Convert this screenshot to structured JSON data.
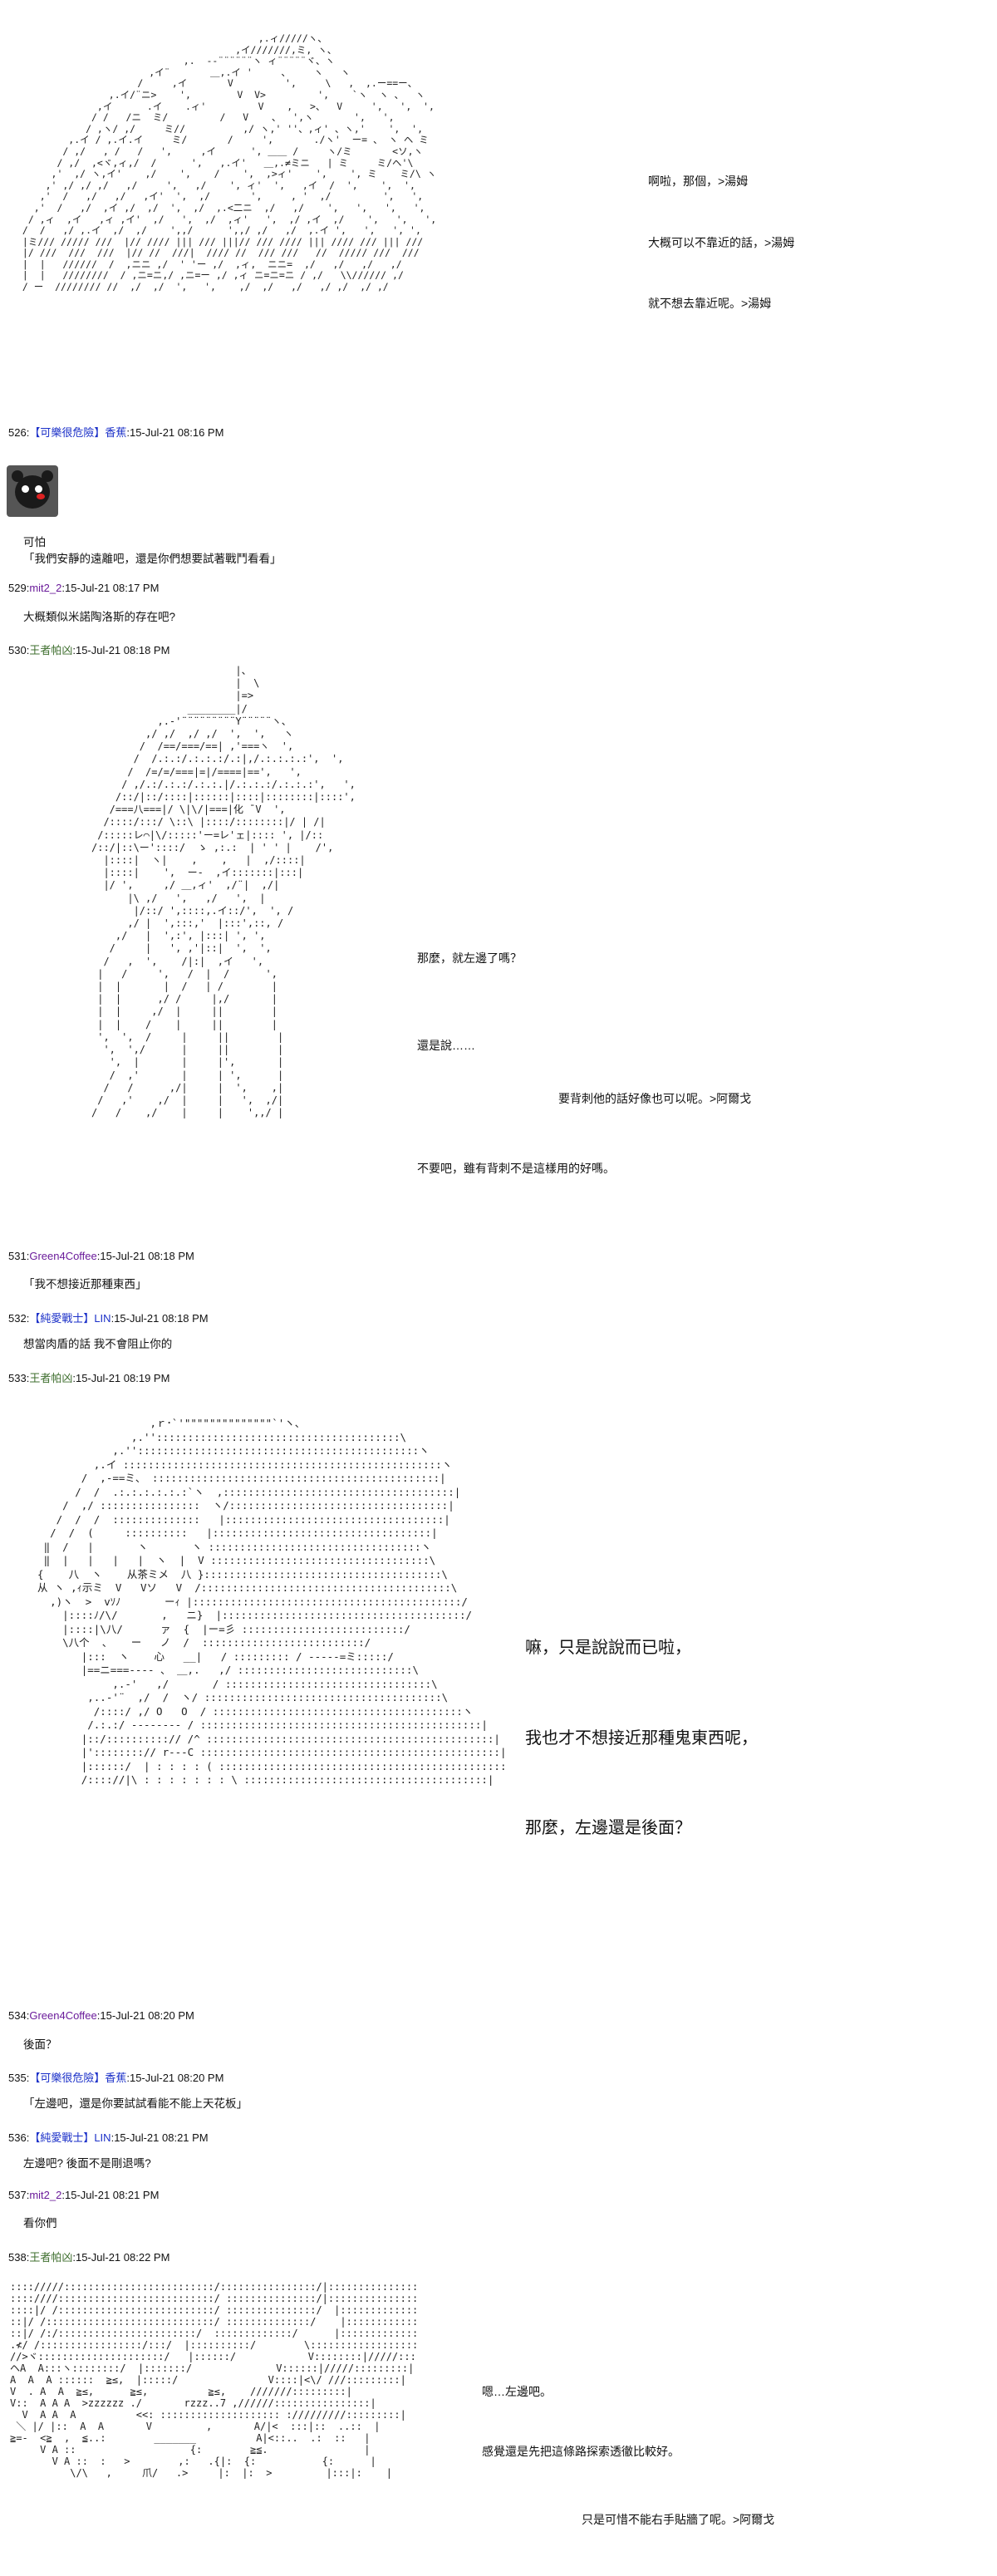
{
  "art": {
    "aa1": "                                          ,.ィ/////ヽ、\n                                      ,イ///////,ミ, ヽ、\n                             ,.  --¨¨¨¨¨¨ヽ ィ¨¨¨¨¨ヾ、ヽ\n                       ,イ¨       ＿,.イ '     、    ヽ   ヽ\n                     /     ,イ       V         ',     \\   ,  ,.ー==ー、\n                ,.イ/¨ニ>    ',        V  V>         ',    `ヽ  ヽ 、  ヽ\n              ,イ      .イ    .ィ'         V    ,   >、  V     ',   ',  ',\n             / /   /ニ  ミ/         /   V    、  ',ヽ       ',   ',\n            / ,ヽ/ ,/     ミ//          ,/ ヽ,' ''、,ィ' 、ヽ,'    ',  ',\n         ,.イ / ,.イ.イ     ミ/       /     ',       ./ヽ'  ー= 、 ヽ ヘ ミ\n        / ,/   , /   /   ',     ,イ      ', ＿＿ /     ヽ/ミ       <ソ,ヽ\n       / ,/  ,<ヾ,ィ,/  /      ',   ,.イ'   ＿,.≠ミニ   | ミ     ミ/ヘ'\\\n      ,'  ,/ ヽ,イ'    ,/    ',    /    ',  ,>ィ'    ',    ', ミ    ミ/\\ ヽ\n     ,' ,/ ,/ ,/   ,/     ',   ,/    ', ィ'  ',   ,イ  /  ',    ',  ',\n    ,'  /   ,/   ,/   ,イ'  ',  ,/       ',     , '  ,/         ',   ',\n   ,'  /   ,/  ,イ ,/  ,/  ',  ,/  ,.<二ニ  ,/   ,/    ',   ',   ',   ',\n  / ,ィ  ,イ   ,ィ ,イ'  ,/   ',  ,/  ,ィ'   ',  ,/ ,イ  ,/    ',   ',   ',\n /  /   ,/ ,.イ  ,/  ,/    ',,/      ',,/ ,/   ,/  ,.イ ',   ',   ', ',\n |ミ/// ///// ///  |// //// ||| /// |||// /// //// ||| //// /// ||| ///\n |/ ///  ///  ///  |// //  ///|  //// //  /// ///   //  ///// ///  ///\n |  |   //////  /  ,ニニ ,/  ' 'ー ,/  ,ィ,  ニニ=  ,/   ,/   ,/   ,/\n |  |   ////////  / ,ニ=ニ,/ ,ニ=ー ,/ ,ィ ニ=ニ=ニ / ,/   \\\\////// ,/\n / ー  //////// //  ,/  ,/  ',   ',    ,/  ,/   ,/   ,/ ,/  ,/ ,/\n",
    "aa2": "                        |、\n                        |  \\\n                        |=>\n                ________|/\n           ,.-'¨¨¨¨¨¨¨¨¨Y¨¨¨¨¨ヽ、\n         ,/ ,/  ,/ ,/  ',  ',   ヽ\n        /  /==/===/==| ,'===ヽ  ',\n       /  /.:.:/.:.:.:/.:|,/.:.:.:.:',  ',\n      /  /=/=/===|=|/====|==',   ',\n     / ,/.:/.:.:/.:.:.|/.:.:.:/.:.:.:',   ',\n    /::/|::/::::|::::::|::::|::::::::|::::',\n   /===八===|/ \\|\\/|===|化 ̄ V  ',\n  /::::/:::/ \\::\\ |::::/::::::::|/ | /|\n /:::::レ⌒|\\/:::::'ー=レ'ェ|:::: ', |/::\n/::/|::\\ー'::::/  ゝ ,:.:  | ' ' |    /',\n  |::::|  ヽ|    ,    ,   |  ,/::::|\n  |::::|    ',  ー‐  ,イ:::::::|:::|\n  |/ ',     ,/ ＿,ィ'  ,/¨|  ,/|\n      |\\ ,/   ',   ,/   ',  |\n       |/::/ ',::::,.イ::/',  ', /\n      ,/ |  ',:::,'  |:::',::, /\n    ,/   |  ',:', |:::| ', ',\n   /     |   ', ,'|::|  ',  ',\n  /   ,  ',    /|:|  ,イ   ',\n |   /     ',   /  |  /      ',\n |  |       |  /   | /        |\n |  |      ,/ /     |,/       |\n |  |     ,/  |     ||        |\n |  |    /    |     ||        |\n ',  ',  /     |     ||        |\n  ',  ',/      |     ||        |\n   ',  |       |     |',       |\n   /  ,'       |     | ',      |\n  /   /      ,/|     |  ',    ,|\n /   ,'    ,/  |     |   ',  ,/|\n/   /    ,/    |     |    ',,/ |\n",
    "aa3": "                    ,ｒ･`'\"\"\"\"\"\"\"\"\"\"\"\"\"\"`'ヽ、\n                 ,.'':::::::::::::::::::::::::::::::::::::::\\\n              ,.'':::::::::::::::::::::::::::::::::::::::::::::ヽ\n           ,.イ :::::::::::::::::::::::::::::::::::::::::::::::::::ヽ\n         /  ,-==ミ、 ::::::::::::::::::::::::::::::::::::::::::::::|\n        /  /  .:.:.:.:.:.:`ヽ  ,:::::::::::::::::::::::::::::::::::::|\n      /  ,/ ::::::::::::::::  ヽ/:::::::::::::::::::::::::::::::::::|\n     /  /  /  ::::::::::::::   |:::::::::::::::::::::::::::::::::::|\n    /  /  (     ::::::::::   |:::::::::::::::::::::::::::::::::::|\n   ‖  /   |       ヽ       ヽ ::::::::::::::::::::::::::::::::::ヽ\n   ‖  |   |   |   |  ヽ  |  V :::::::::::::::::::::::::::::::::::\\\n  {    八  ヽ    从茶ミメ  八 }::::::::::::::::::::::::::::::::::::::\\\n  从 ヽ ,ｨ示ミ  V   Vソ   V  /::::::::::::::::::::::::::::::::::::::::\\\n    ,)ヽ  >  vｿﾉ       ーｨ |:::::::::::::::::::::::::::::::::::::::::::/\n      |::::ﾉ/\\/       ,   ニ}  |:::::::::::::::::::::::::::::::::::::::/\n      |::::|\\八/      ァ  {  |ー=彡 ::::::::::::::::::::::::::/\n      \\八个  、   ー   ノ  /  ::::::::::::::::::::::::::/\n         |:::  ヽ    心   __|   / ::::::::: / -----=ミ:::::/\n         |==ニ===---- 、 ＿,.   ,/ ::::::::::::::::::::::::::::\\\n              ,.-'   ,/       / :::::::::::::::::::::::::::::::::\\\n          ,..-'¨  ,/  /  ヽ/ ::::::::::::::::::::::::::::::::::::::\\\n           /::::/ ,/ O   O  / ::::::::::::::::::::::::::::::::::::::::ヽ\n          /.:.:/ -------- / :::::::::::::::::::::::::::::::::::::::::::::|\n         |::/::::::::::// /^ ::::::::::::::::::::::::::::::::::::::::::::::|\n         |'::::::::// r---C ::::::::::::::::::::::::::::::::::::::::::::::::|\n         |::::::/  | : : : : ( :::::::::::::::::::::::::::::::::::::::::::::::|\n         /:::://|\\ : : : : : : : \\ :::::::::::::::::::::::::::::::::::::::|\n",
    "aa4": ":::://///:::::::::::::::::::::::::/::::::::::::::::/|:::::::::::::::::::::::::::::::|\n::::////::::::::::::::::::::::::::/ :::::::::::::::/|::::::::::::::::::::::::::::::::|\n::::|/ /::::::::::::::::::::::::::/ :::::::::::::::/  |:::::::::::::::::::::::::::::::|\n::|/ /::::::::::::::::::::::::::::/ ::::::::::::::/    |::::::::::::::::::::::::::::::|\n::|/ /:/:::::::::::::::::::::::/  :::::::::::::/      |::::::::::::::::::::::::::::::|\n.≮/ /:::::::::::::::::/:::/  |::::::::::/        \\::::::::::::::::::::::::::|\n//>ヾ:::::::::::::::::::::/   |::::::/            V::::::::|/////::::::::::|\nヘA  A:::ヽ::::::::/  |:::::::/              V::::::|/////:::::::::|\nA  A  A ::::::  ≧≤,  |:::::/               V::::|<\\/ ///:::::::::|\nV  . A  A  ≧≤,      ≧≤,          ≧≤,    ///////:::::::::|\nV::  A A A  >zzzzzz ./       rzzz..7 ,//////::::::::::::::::|\n  V  A A  A          <<: :::::::::::::::::::: ://///////:::::::::|\n ＼ |/ |::  A  A       V         ,       A/|<  :::|::  ..::  |\n≧=-  <≧  ,  ≦..:        _______          A|<::..  .:  ::   |\n     V A ::                   {:        ≧≦.                |\n       V A ::  :   >        ,:   .{|:  {:           {:      |\n          \\/\\   ,     爪/   .>     |:  |:  >         |:::|:    |\n"
  },
  "dialogue": {
    "s1_l1": "啊啦，那個，>湯姆",
    "s1_l2": "大概可以不靠近的話，>湯姆",
    "s1_l3": "就不想去靠近呢。>湯姆",
    "s4_l1": "那麼，就左邊了嗎？",
    "s4_l2": "還是說……",
    "s4_l3": "要背刺他的話好像也可以呢。>阿爾戈",
    "s4_l4": "不要吧，雖有背刺不是這樣用的好嗎。",
    "s7_l1": "嘛，只是說說而已啦，",
    "s7_l2": "我也才不想接近那種鬼東西呢，",
    "s7_l3": "那麼，左邊還是後面？",
    "s12_l1": "嗯…左邊吧。",
    "s12_l2": "感覺還是先把這條路探索透徹比較好。",
    "s12_l3": "只是可惜不能右手貼牆了呢。>阿爾戈"
  },
  "posts": [
    {
      "num": "526",
      "name": "【可樂很危險】香蕉",
      "date": "15-Jul-21 08:16 PM",
      "body": "可怕\n「我們安靜的遠離吧，還是你們想要試著戰鬥看看」"
    },
    {
      "num": "529",
      "name": "mit2_2",
      "date": "15-Jul-21 08:17 PM",
      "body": "大概類似米諾陶洛斯的存在吧?"
    },
    {
      "num": "530",
      "name": "王者帕凶",
      "date": "15-Jul-21 08:18 PM",
      "body": ""
    },
    {
      "num": "531",
      "name": "Green4Coffee",
      "date": "15-Jul-21 08:18 PM",
      "body": "「我不想接近那種東西」"
    },
    {
      "num": "532",
      "name": "【純愛戰士】LIN",
      "date": "15-Jul-21 08:18 PM",
      "body": "想當肉盾的話 我不會阻止你的"
    },
    {
      "num": "533",
      "name": "王者帕凶",
      "date": "15-Jul-21 08:19 PM",
      "body": ""
    },
    {
      "num": "534",
      "name": "Green4Coffee",
      "date": "15-Jul-21 08:20 PM",
      "body": "後面？"
    },
    {
      "num": "535",
      "name": "【可樂很危險】香蕉",
      "date": "15-Jul-21 08:20 PM",
      "body": "「左邊吧，還是你要試試看能不能上天花板」"
    },
    {
      "num": "536",
      "name": "【純愛戰士】LIN",
      "date": "15-Jul-21 08:21 PM",
      "body": "左邊吧? 後面不是剛退嗎?"
    },
    {
      "num": "537",
      "name": "mit2_2",
      "date": "15-Jul-21 08:21 PM",
      "body": "看你們"
    },
    {
      "num": "538",
      "name": "王者帕凶",
      "date": "15-Jul-21 08:22 PM",
      "body": ""
    }
  ],
  "sep": ":"
}
